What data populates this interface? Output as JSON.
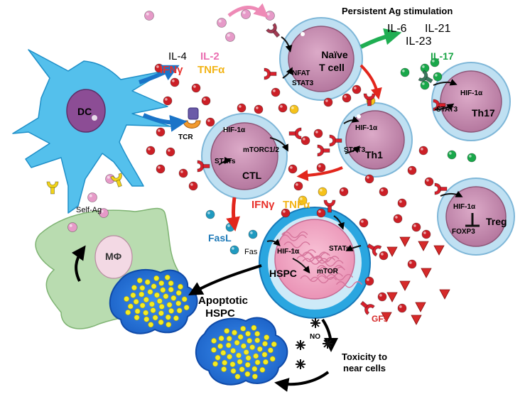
{
  "header": {
    "stimulation": "Persistent Ag stimulation"
  },
  "cytokines": {
    "il6": "IL-6",
    "il21": "IL-21",
    "il23": "IL-23",
    "il17": "IL-17",
    "il4": "IL-4",
    "il2": "IL-2",
    "ifng": "IFNγ",
    "tnfa": "TNFα",
    "ifng2": "IFNγ",
    "tnfa2": "TNFα"
  },
  "cells": {
    "dc": "DC",
    "naive_line1": "Naïve",
    "naive_line2": "T cell",
    "th1": "Th1",
    "th17": "Th17",
    "treg": "Treg",
    "ctl": "CTL",
    "hspc": "HSPC",
    "macrophage": "MΦ",
    "apoptotic_line1": "Apoptotic",
    "apoptotic_line2": "HSPC"
  },
  "molecules": {
    "nfat": "NFAT",
    "stat3_naive": "STAT3",
    "hif_th1": "HIF-1α",
    "stat3_th1": "STAT3",
    "hif_th17": "HIF-1α",
    "stat3_th17": "STAT3",
    "hif_treg": "HIF-1α",
    "foxp3": "FOXP3",
    "hif_ctl": "HIF-1α",
    "mtorc": "mTORC1/2",
    "stats_ctl": "STATs",
    "hif_hspc": "HIF-1α",
    "mtor_hspc": "mTOR",
    "stats_hspc": "STATs",
    "tcr": "TCR",
    "self_ag": "Self-Ag",
    "fasl": "FasL",
    "fas": "Fas",
    "no": "NO",
    "gfs": "GFs"
  },
  "outcomes": {
    "toxicity_line1": "Toxicity to",
    "toxicity_line2": "near cells"
  },
  "colors": {
    "cell_fill": "#c890b4",
    "cell_membrane": "#bfe0f2",
    "dc": "#54c0ec",
    "macrophage": "#b9dcb0",
    "hspc_membrane": "#2aa6e0",
    "hspc_fill": "#f2a8c4",
    "apoptotic": "#1f6fd0",
    "dot_red": "#cc1f26",
    "dot_pink": "#e69ac8",
    "dot_yellow": "#f6c21a",
    "dot_green": "#19a84a",
    "receptor": "#d9202c",
    "arrow_blue": "#1a74c8",
    "arrow_red": "#e2261c",
    "arrow_green": "#1fae52",
    "arrow_pink": "#ee8ab6",
    "il2": "#ea6fb1",
    "ifng": "#e8302a",
    "tnfa": "#f2b417",
    "il17": "#1aa546",
    "fasl": "#1f7ab8",
    "gfs": "#d62a2a"
  }
}
